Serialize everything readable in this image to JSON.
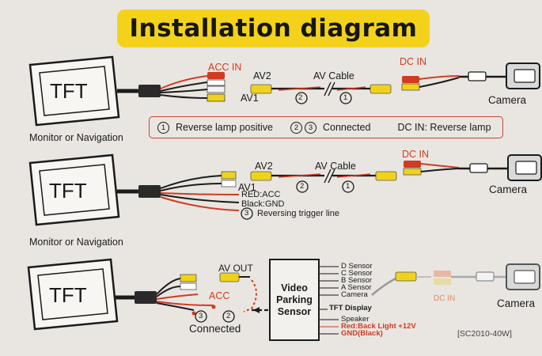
{
  "title": "Installation diagram",
  "tft_label": "TFT",
  "monitor_label": "Monitor or Navigation",
  "camera_label": "Camera",
  "acc_in": "ACC IN",
  "dc_in": "DC IN",
  "av1": "AV1",
  "av2": "AV2",
  "av_cable": "AV Cable",
  "legend": {
    "n1": "1",
    "item1": "Reverse lamp positive",
    "n2": "2",
    "n3": "3",
    "item23": "Connected",
    "item_dc": "DC IN: Reverse lamp"
  },
  "wires": {
    "red": "RED:ACC",
    "black": "Black:GND",
    "trigger": "Reversing trigger line"
  },
  "section3": {
    "av_out": "AV OUT",
    "acc": "ACC",
    "connected": "Connected",
    "sensor_lines": [
      "Video",
      "Parking",
      "Sensor"
    ],
    "outputs": [
      "D Sensor",
      "C Sensor",
      "B Sensor",
      "A Sensor",
      "Camera"
    ],
    "tft_display": "TFT Display",
    "speaker": "Speaker",
    "red_back": "Red:Back Light +12V",
    "gnd": "GND(Black)"
  },
  "model": "[SC2010-40W]",
  "colors": {
    "title_bg": "#f4d21b",
    "red": "#d23a22",
    "black": "#1b1b1b"
  }
}
